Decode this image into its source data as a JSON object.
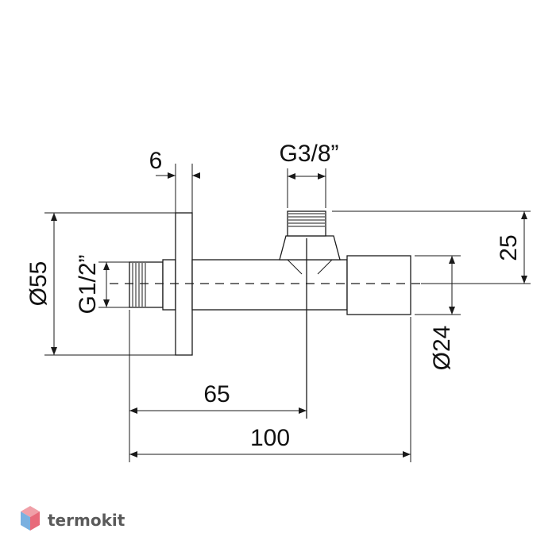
{
  "dimensions": {
    "plate_thickness": "6",
    "outlet_thread": "G3/8”",
    "outlet_height": "25",
    "plate_diameter": "Ø55",
    "inlet_thread": "G1/2”",
    "body_diameter": "Ø24",
    "outlet_distance": "65",
    "total_length": "100"
  },
  "brand": {
    "name": "termokit",
    "colors": {
      "top": "#f0a0a8",
      "left": "#7ab0e0",
      "right": "#e86a7a",
      "text": "#5a5a5a"
    }
  }
}
